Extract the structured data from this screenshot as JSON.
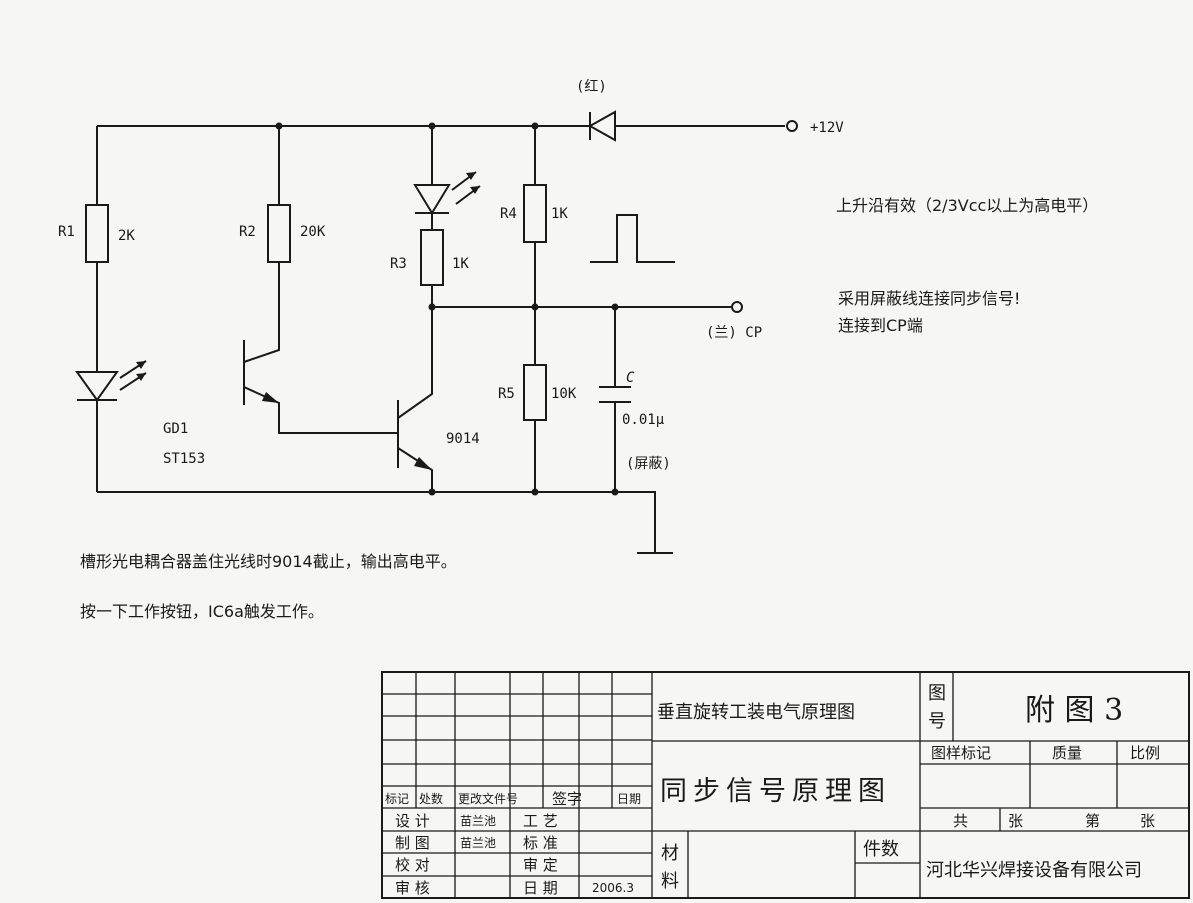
{
  "circuit": {
    "supply_label": "+12V",
    "diode_color": "(红)",
    "r1": {
      "name": "R1",
      "value": "2K"
    },
    "r2": {
      "name": "R2",
      "value": "20K"
    },
    "r3": {
      "name": "R3",
      "value": "1K"
    },
    "r4": {
      "name": "R4",
      "value": "1K"
    },
    "r5": {
      "name": "R5",
      "value": "10K"
    },
    "capacitor": {
      "name": "C",
      "value": "0.01μ",
      "note": "(屏蔽)"
    },
    "optocoupler": {
      "name": "GD1",
      "part": "ST153"
    },
    "transistor": "9014",
    "output_label": "(兰) CP"
  },
  "notes": {
    "rising_edge": "上升沿有效（2/3Vcc以上为高电平）",
    "shield_line1": "采用屏蔽线连接同步信号!",
    "shield_line2": "连接到CP端",
    "optocoupler_desc": "槽形光电耦合器盖住光线时9014截止，输出高电平。",
    "button_desc": "按一下工作按钮，IC6a触发工作。"
  },
  "title_block": {
    "project_title": "垂直旋转工装电气原理图",
    "drawing_title": "同步信号原理图",
    "fig_no_label_1": "图",
    "fig_no_label_2": "号",
    "fig_no": "附 图 3",
    "sample_mark": "图样标记",
    "quality": "质量",
    "scale": "比例",
    "total_label": "共",
    "sheets_label_1": "张",
    "nth_label": "第",
    "sheets_label_2": "张",
    "material_1": "材",
    "material_2": "料",
    "quantity": "件数",
    "company": "河北华兴焊接设备有限公司",
    "rev_headers": [
      "标记",
      "处数",
      "更改文件号",
      "签字",
      "日期"
    ],
    "design": "设 计",
    "designer": "苗兰池",
    "process": "工 艺",
    "draw": "制 图",
    "drafter": "苗兰池",
    "standard": "标 准",
    "check": "校 对",
    "review": "审 定",
    "audit": "审 核",
    "date_label": "日 期",
    "date": "2006.3"
  }
}
